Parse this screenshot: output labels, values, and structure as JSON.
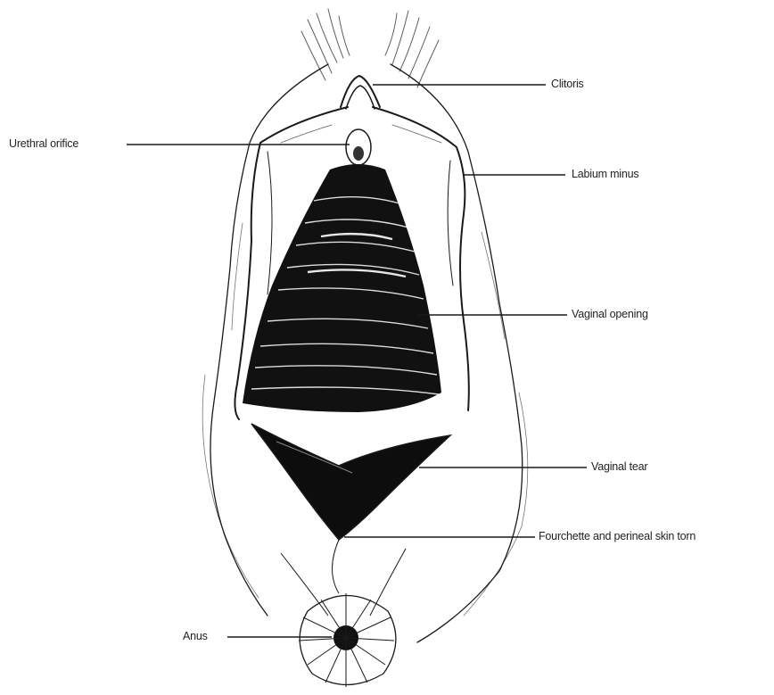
{
  "labels": {
    "clitoris": "Clitoris",
    "urethral_orifice": "Urethral orifice",
    "labium_minus": "Labium minus",
    "vaginal_opening": "Vaginal opening",
    "vaginal_tear": "Vaginal tear",
    "fourchette": "Fourchette and perineal skin torn",
    "anus": "Anus"
  },
  "colors": {
    "ink": "#1a1a1a",
    "label": "#222222",
    "background": "#ffffff"
  }
}
